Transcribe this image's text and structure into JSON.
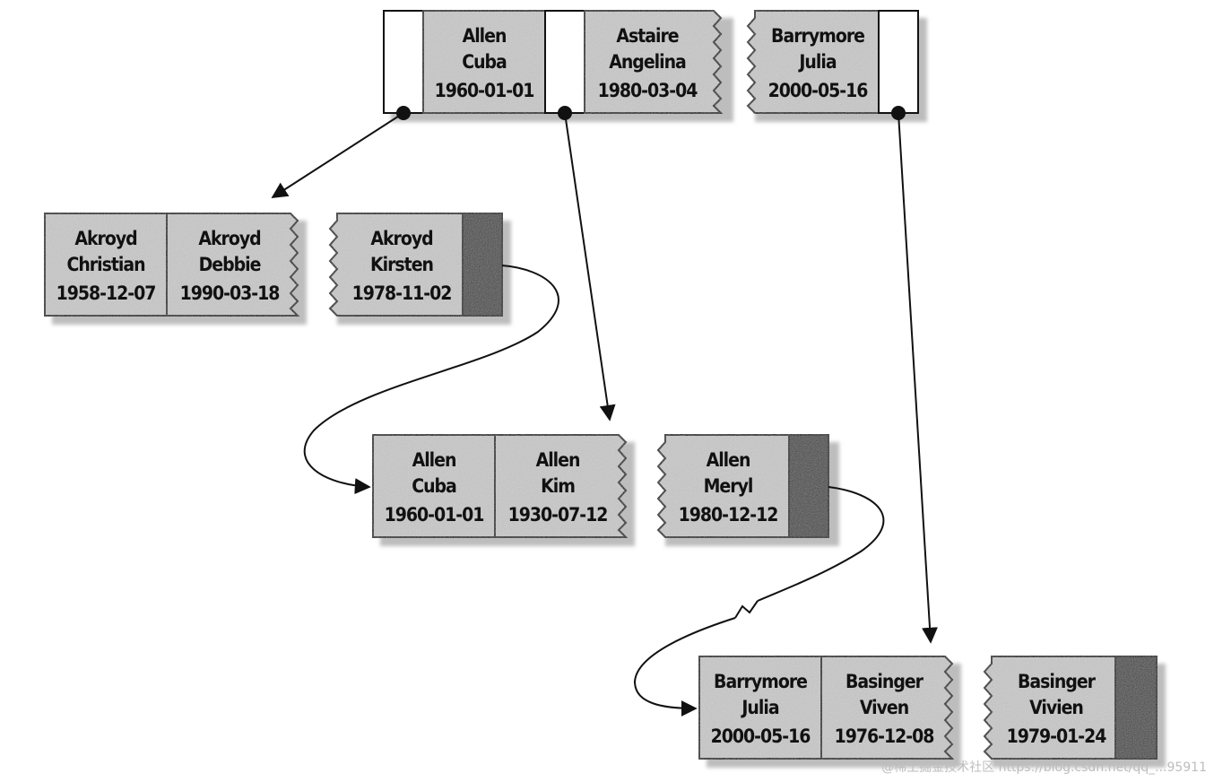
{
  "diagram": {
    "root_node": {
      "entries": [
        {
          "last": "Allen",
          "first": "Cuba",
          "date": "1960-01-01"
        },
        {
          "last": "Astaire",
          "first": "Angelina",
          "date": "1980-03-04"
        },
        {
          "last": "Barrymore",
          "first": "Julia",
          "date": "2000-05-16"
        }
      ]
    },
    "leaf_nodes": [
      {
        "entries": [
          {
            "last": "Akroyd",
            "first": "Christian",
            "date": "1958-12-07"
          },
          {
            "last": "Akroyd",
            "first": "Debbie",
            "date": "1990-03-18"
          },
          {
            "last": "Akroyd",
            "first": "Kirsten",
            "date": "1978-11-02"
          }
        ]
      },
      {
        "entries": [
          {
            "last": "Allen",
            "first": "Cuba",
            "date": "1960-01-01"
          },
          {
            "last": "Allen",
            "first": "Kim",
            "date": "1930-07-12"
          },
          {
            "last": "Allen",
            "first": "Meryl",
            "date": "1980-12-12"
          }
        ]
      },
      {
        "entries": [
          {
            "last": "Barrymore",
            "first": "Julia",
            "date": "2000-05-16"
          },
          {
            "last": "Basinger",
            "first": "Viven",
            "date": "1976-12-08"
          },
          {
            "last": "Basinger",
            "first": "Vivien",
            "date": "1979-01-24"
          }
        ]
      }
    ],
    "watermark": "@稀土掘金技术社区 https://blog.csdn.net/qq_...95911"
  },
  "colors": {
    "cell_fill": "#c9c9c9",
    "pointer_fill": "#454545",
    "stroke": "#111111",
    "background": "#ffffff"
  }
}
